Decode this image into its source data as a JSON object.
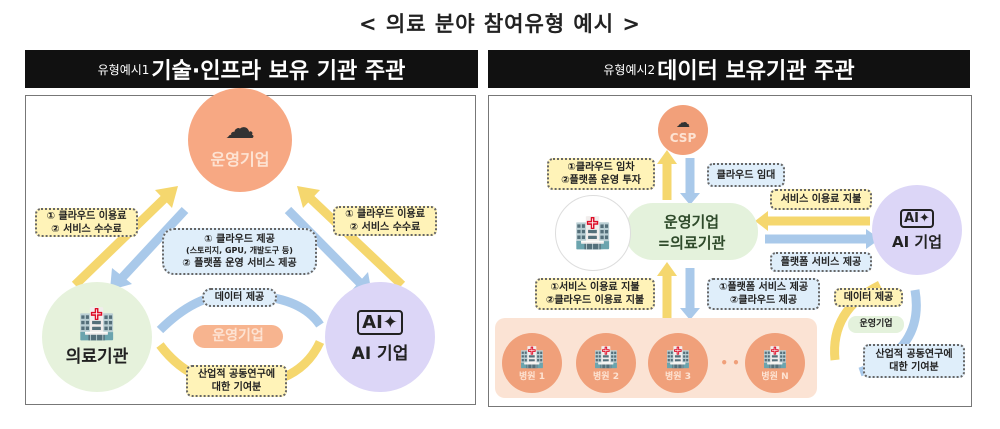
{
  "title": "< 의료 분야 참여유형 예시 >",
  "left": {
    "header_sup": "유형예시1",
    "header": "기술·인프라 보유 기관 주관",
    "top_node": "운영기업",
    "left_node": "의료기관",
    "right_node": "AI 기업",
    "left_fee": [
      "① 클라우드 이용료",
      "② 서비스 수수료"
    ],
    "right_fee": [
      "① 클라우드 이용료",
      "② 서비스 수수료"
    ],
    "center": [
      "① 클라우드 제공",
      "(스토리지, GPU, 개발도구 등)",
      "② 플랫폼 운영 서비스 제공"
    ],
    "data": "데이터 제공",
    "mid_node": "운영기업",
    "contrib": [
      "산업적 공동연구에",
      "대한 기여분"
    ]
  },
  "right": {
    "header_sup": "유형예시2",
    "header": "데이터 보유기관 주관",
    "csp": "CSP",
    "lease_in": [
      "①클라우드 임차",
      "②플랫폼 운영 투자"
    ],
    "lease_out": "클라우드 임대",
    "service_pay": "서비스 이용료 지불",
    "main": [
      "운영기업",
      "=의료기관"
    ],
    "ai": "AI 기업",
    "platform": "플랫폼 서비스 제공",
    "hosp_pay": [
      "①서비스 이용료 지불",
      "②클라우드 이용료 지불"
    ],
    "hosp_give": [
      "①플랫폼 서비스 제공",
      "②클라우드 제공"
    ],
    "data": "데이터 제공",
    "mid_node": "운영기업",
    "contrib": [
      "산업적 공동연구에",
      "대한 기여분"
    ],
    "hospitals": [
      "병원 1",
      "병원 2",
      "병원 3",
      "병원 N"
    ],
    "ellipsis": "• • •"
  }
}
